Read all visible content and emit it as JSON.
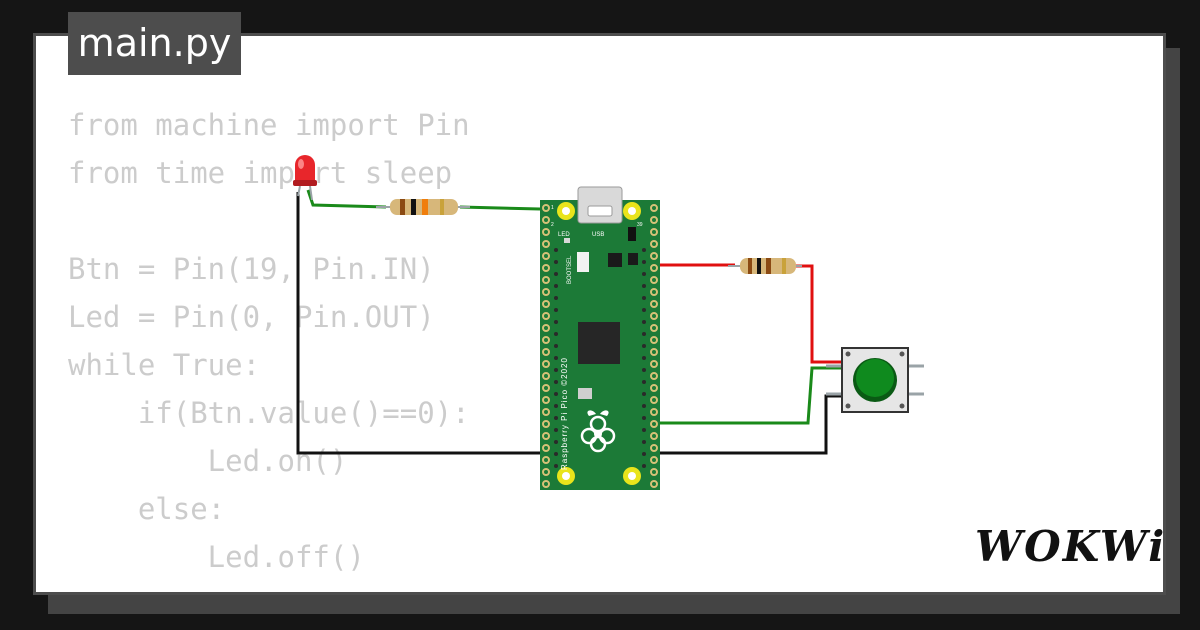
{
  "tab": {
    "filename": "main.py"
  },
  "code": {
    "lines": [
      "from machine import Pin",
      "from time import sleep",
      "",
      "Btn = Pin(19, Pin.IN)",
      "Led = Pin(0, Pin.OUT)",
      "while True:",
      "    if(Btn.value()==0):",
      "        Led.on()",
      "    else:",
      "        Led.off()"
    ]
  },
  "board": {
    "name": "Raspberry Pi Pico ©2020",
    "label_led": "LED",
    "label_usb": "USB",
    "label_bootsel": "BOOTSEL",
    "pin_1": "1",
    "pin_2": "2",
    "pin_39": "39"
  },
  "logo": {
    "text": "WOKWi"
  },
  "colors": {
    "background": "#151515",
    "card": "#ffffff",
    "tab": "#4d4d4d",
    "code_text": "#cccccc",
    "board_green": "#1c7a37",
    "wire_green": "#1a8a1a",
    "wire_red": "#e01010",
    "wire_black": "#111111",
    "led_red": "#e8262b",
    "button_cap": "#0f8a1e"
  },
  "components": {
    "led": "red-led",
    "resistors": [
      "resistor",
      "resistor"
    ],
    "button": "green-pushbutton"
  }
}
